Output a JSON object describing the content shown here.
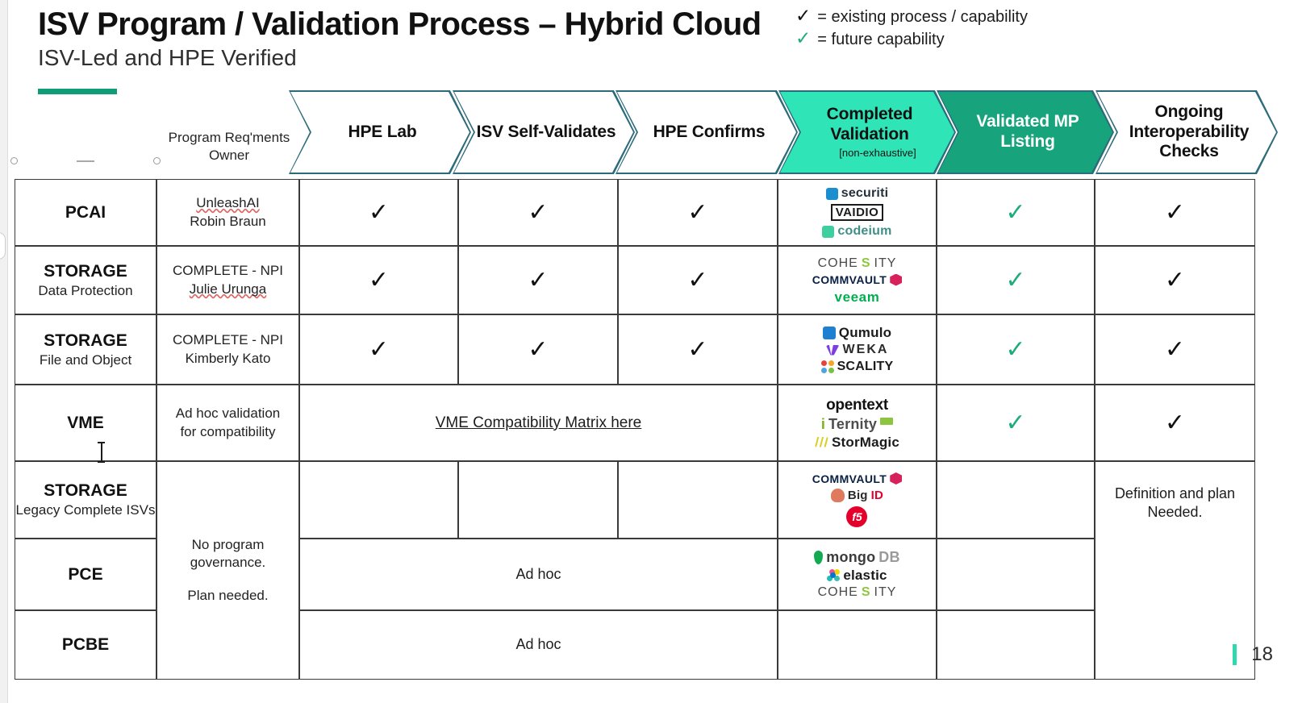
{
  "title": {
    "main": "ISV Program / Validation Process – Hybrid Cloud",
    "sub": "ISV-Led and HPE Verified"
  },
  "legend": {
    "existing": {
      "mark": "✓",
      "text": "= existing process / capability",
      "color": "#111111"
    },
    "future": {
      "mark": "✓",
      "text": "= future capability",
      "color": "#1fab7e"
    }
  },
  "colors": {
    "accent_bar": "#0f9d77",
    "chevron_outline": "#2c6b7a",
    "completed_validation": "#2fe5b8",
    "validated_mp_listing": "#17a47c",
    "green_check": "#1fab7e",
    "black_check": "#111111"
  },
  "owner_column_header": "Program Req'ments Owner",
  "stages": [
    {
      "label": "HPE Lab",
      "sub": "",
      "fill": "#ffffff",
      "text_color": "#111111"
    },
    {
      "label": "ISV Self-Validates",
      "sub": "",
      "fill": "#ffffff",
      "text_color": "#111111"
    },
    {
      "label": "HPE Confirms",
      "sub": "",
      "fill": "#ffffff",
      "text_color": "#111111"
    },
    {
      "label": "Completed Validation",
      "sub": "[non-exhaustive]",
      "fill": "#2fe5b8",
      "text_color": "#111111"
    },
    {
      "label": "Validated MP Listing",
      "sub": "",
      "fill": "#17a47c",
      "text_color": "#ffffff"
    },
    {
      "label": "Ongoing Interoperability Checks",
      "sub": "",
      "fill": "#ffffff",
      "text_color": "#111111"
    }
  ],
  "rows": [
    {
      "category": "PCAI",
      "category_sub": "",
      "owner": [
        "UnleashAI",
        "Robin Braun"
      ],
      "owner_squiggle": [
        true,
        false
      ],
      "hpe_lab": "✓",
      "isv_self": "✓",
      "hpe_confirms": "✓",
      "logos": [
        "securiti",
        "VAIDIO",
        "codeium"
      ],
      "validated_mp": "✓",
      "ongoing": "✓"
    },
    {
      "category": "STORAGE",
      "category_sub": "Data Protection",
      "owner": [
        "COMPLETE - NPI",
        "Julie Urunga"
      ],
      "owner_squiggle": [
        false,
        true
      ],
      "hpe_lab": "✓",
      "isv_self": "✓",
      "hpe_confirms": "✓",
      "logos": [
        "COHESITY",
        "COMMVAULT",
        "veeam"
      ],
      "validated_mp": "✓",
      "ongoing": "✓"
    },
    {
      "category": "STORAGE",
      "category_sub": "File and Object",
      "owner": [
        "COMPLETE - NPI",
        "Kimberly Kato"
      ],
      "owner_squiggle": [
        false,
        false
      ],
      "hpe_lab": "✓",
      "isv_self": "✓",
      "hpe_confirms": "✓",
      "logos": [
        "Qumulo",
        "WEKA",
        "SCALITY"
      ],
      "validated_mp": "✓",
      "ongoing": "✓"
    },
    {
      "category": "VME",
      "category_sub": "",
      "owner": [
        "Ad hoc validation",
        "for compatibility"
      ],
      "owner_squiggle": [
        false,
        false
      ],
      "span_link": "VME Compatibility Matrix here",
      "logos": [
        "opentext",
        "iTernity",
        "StorMagic"
      ],
      "validated_mp": "✓",
      "ongoing": "✓"
    },
    {
      "category": "STORAGE",
      "category_sub": "Legacy Complete ISVs",
      "owner": [],
      "owner_squiggle": [],
      "hpe_lab": "",
      "isv_self": "",
      "hpe_confirms": "",
      "logos": [
        "COMMVAULT",
        "BigID",
        "F5"
      ],
      "validated_mp": "",
      "ongoing": ""
    },
    {
      "category": "PCE",
      "category_sub": "",
      "owner": [],
      "owner_squiggle": [],
      "span_text": "Ad hoc",
      "logos": [
        "mongoDB",
        "elastic",
        "COHESITY"
      ],
      "validated_mp": "",
      "ongoing": ""
    },
    {
      "category": "PCBE",
      "category_sub": "",
      "owner": [],
      "owner_squiggle": [],
      "span_text": "Ad hoc",
      "logos": [],
      "validated_mp": "",
      "ongoing": ""
    }
  ],
  "merged": {
    "owner_note_line1": "No program",
    "owner_note_line2": "governance.",
    "owner_note_line3": "Plan needed.",
    "ongoing_note_line1": "Definition and plan",
    "ongoing_note_line2": "Needed."
  },
  "logo_text": {
    "securiti": "securiti",
    "VAIDIO": "VAIDIO",
    "codeium": "codeium",
    "COHESITY_a": "COHE",
    "COHESITY_s": "S",
    "COHESITY_b": "ITY",
    "COMMVAULT": "COMMVAULT",
    "veeam": "veeam",
    "Qumulo": "Qumulo",
    "WEKA": "WEKA",
    "SCALITY": "SCALITY",
    "opentext": "opentext",
    "iTernity_i": "i",
    "iTernity_rest": "Ternity",
    "StorMagic": "StorMagic",
    "BigID_big": "Big",
    "BigID_id": "ID",
    "F5": "f5",
    "mongoDB_mongo": "mongo",
    "mongoDB_db": "DB",
    "elastic": "elastic"
  },
  "slide_number": "18"
}
